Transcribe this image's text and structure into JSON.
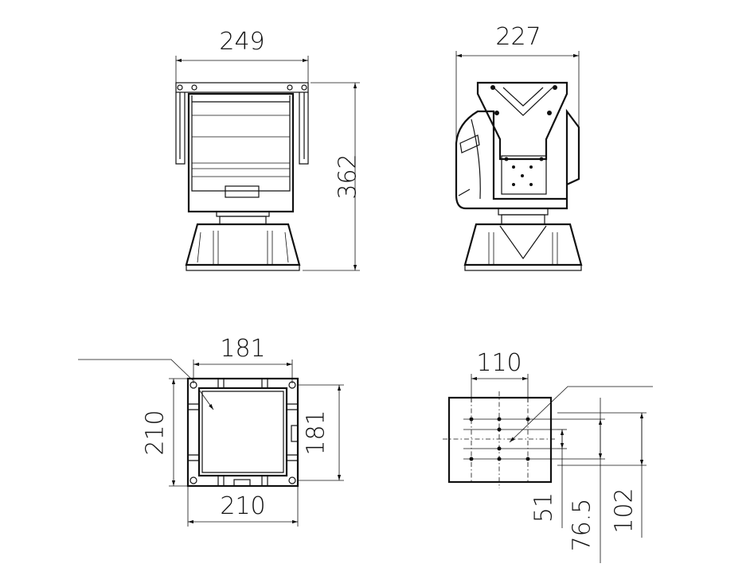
{
  "drawing": {
    "dimensions": {
      "front_width": "249",
      "side_width": "227",
      "overall_height": "362",
      "base_inner_width": "181",
      "base_outer_height": "210",
      "base_inner_height": "181",
      "base_outer_width": "210",
      "hole_pattern_width": "110",
      "hole_offset_1": "51",
      "hole_offset_2": "76.5",
      "hole_offset_3": "102"
    }
  }
}
